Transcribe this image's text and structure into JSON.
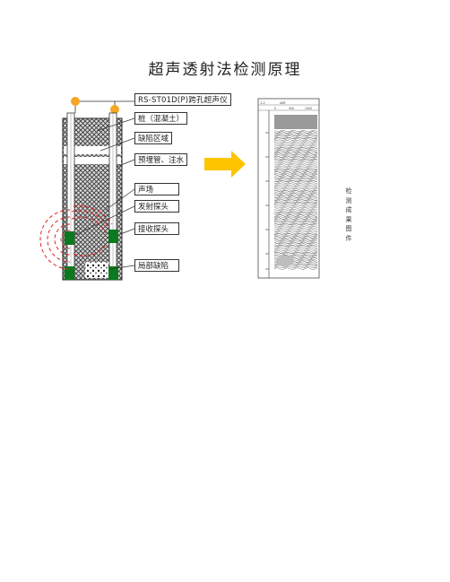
{
  "title": "超声透射法检测原理",
  "labels": {
    "instrument": "RS-ST01D(P)跨孔超声仪",
    "pile": "桩（混凝土）",
    "defect_zone": "缺陷区域",
    "pipe": "预埋管、注水",
    "sound_field": "声场",
    "transmitter": "发射探头",
    "receiver": "接收探头",
    "local_defect": "局部缺陷"
  },
  "result_caption": "检测成果图件",
  "colors": {
    "probe_green": "#0a7a1e",
    "pulley_orange": "#f5a623",
    "arrow_yellow": "#ffc400",
    "wave_red": "#e02020"
  }
}
